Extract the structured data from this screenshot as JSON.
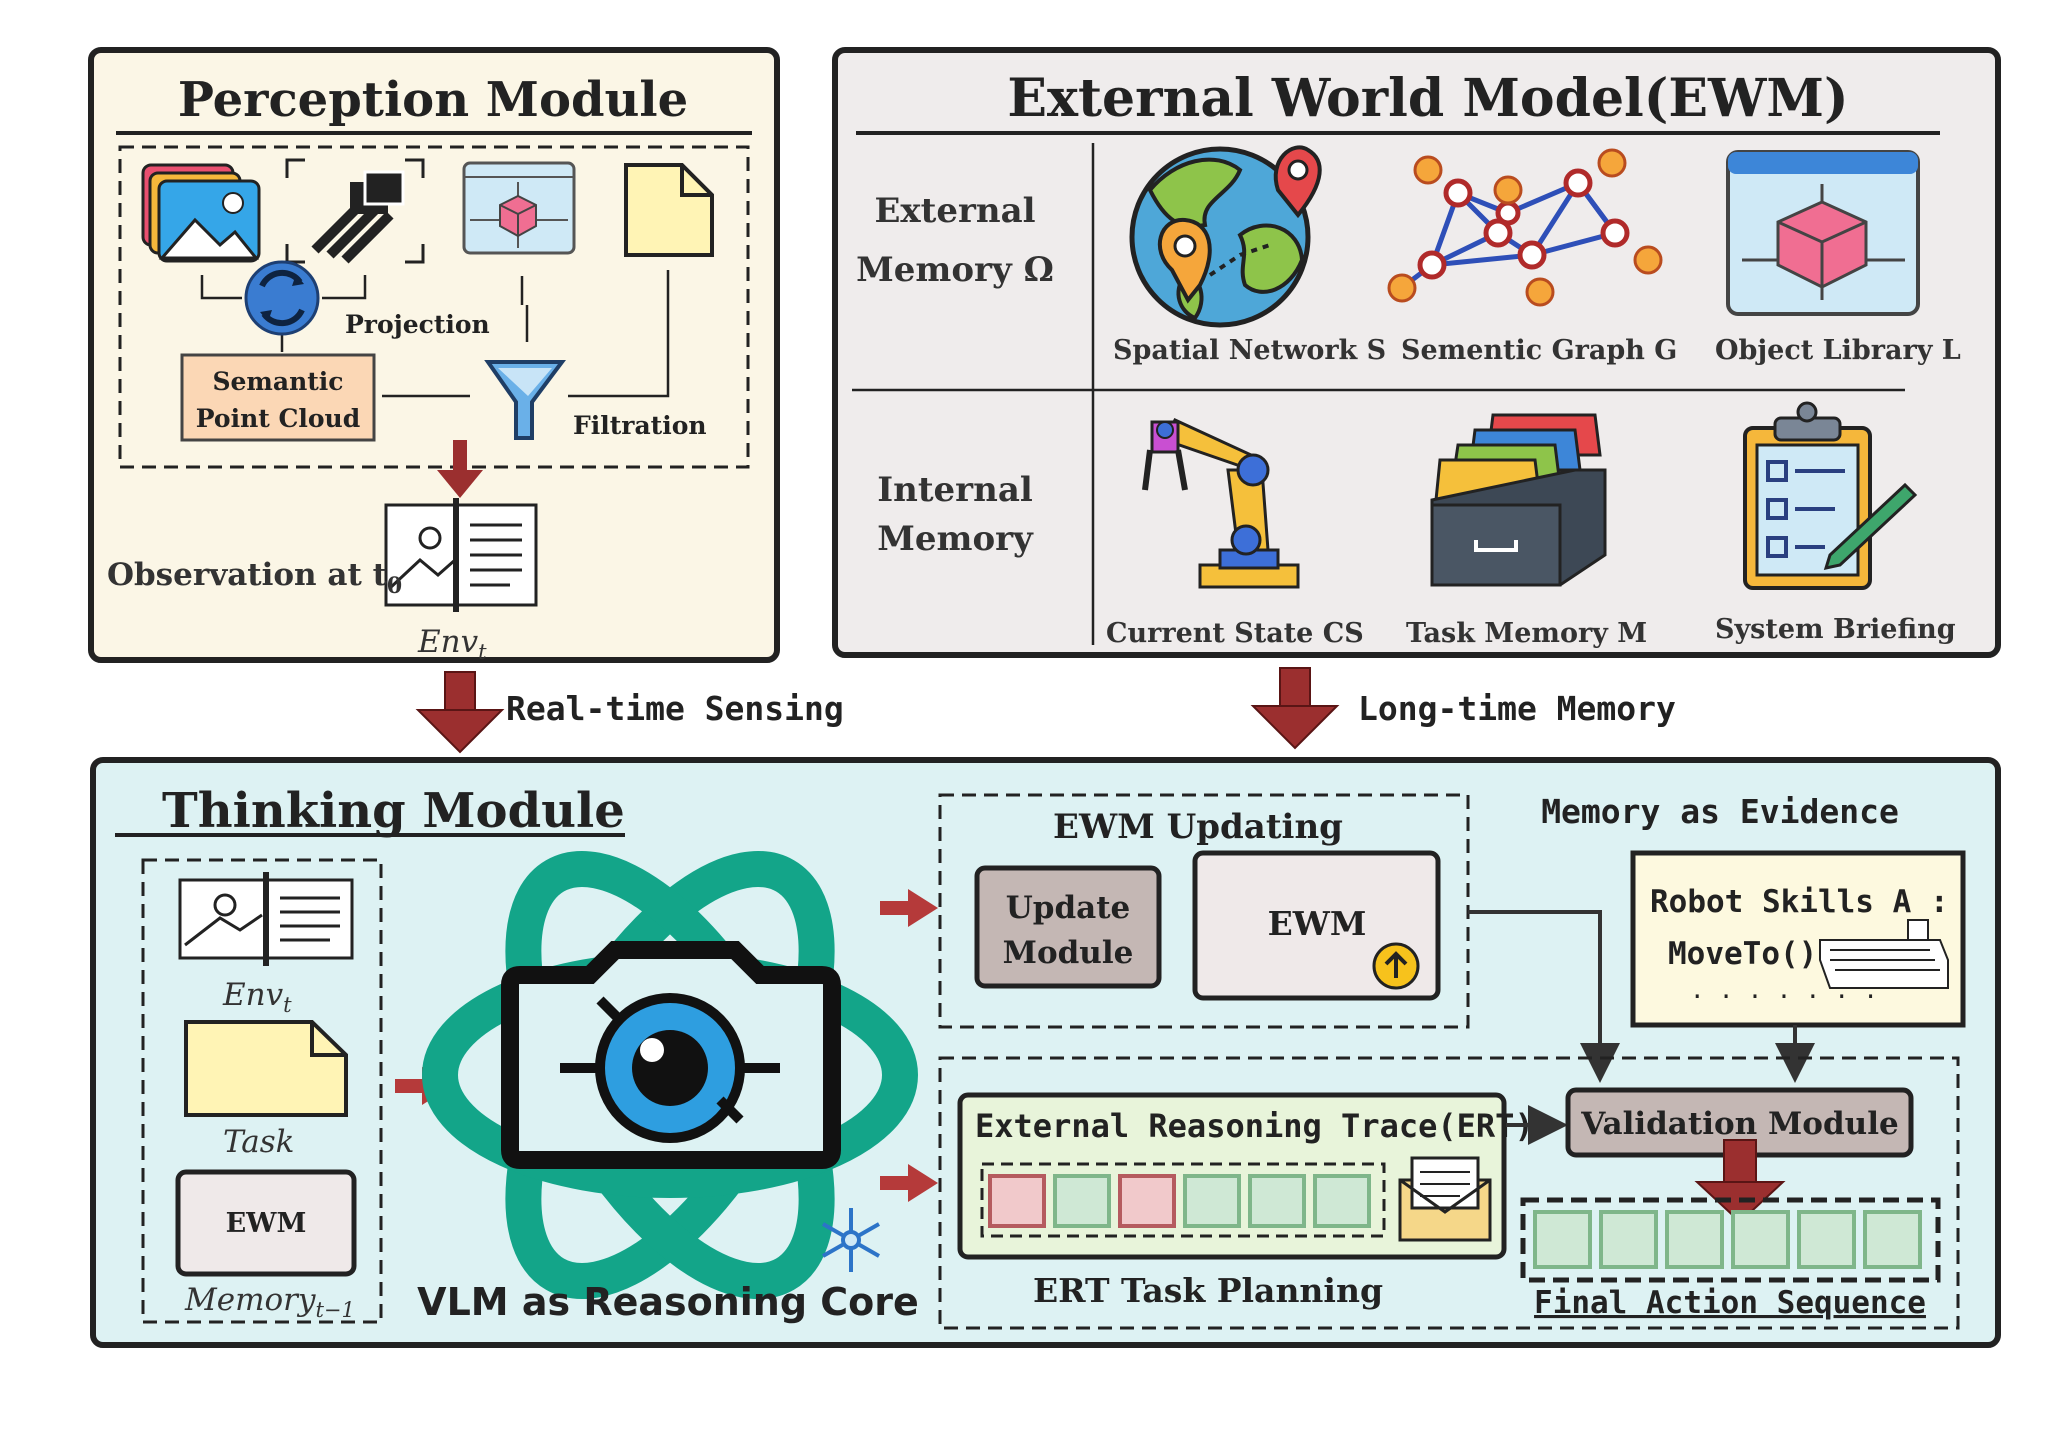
{
  "perception": {
    "title": "Perception Module",
    "projection": "Projection",
    "semantic_line1": "Semantic",
    "semantic_line2": "Point Cloud",
    "filtration": "Filtration",
    "observation": "Observation at t",
    "observation_sub": "0",
    "env": "Env",
    "env_sub": "t"
  },
  "ewm": {
    "title": "External World Model(EWM)",
    "external_line1": "External",
    "external_line2": "Memory Ω",
    "internal_line1": "Internal",
    "internal_line2": "Memory",
    "spatial": "Spatial Network S",
    "semantic": "Sementic Graph G",
    "object": "Object Library L",
    "current": "Current State CS",
    "task": "Task Memory M",
    "briefing": "System Briefing"
  },
  "arrows": {
    "realtime": "Real-time Sensing",
    "longtime": "Long-time Memory"
  },
  "thinking": {
    "title": "Thinking Module",
    "env": "Env",
    "env_sub": "t",
    "task": "Task",
    "ewm_box": "EWM",
    "memory": "Memory",
    "memory_sub": "t−1",
    "vlm": "VLM as Reasoning Core",
    "ewm_updating": "EWM Updating",
    "update_line1": "Update",
    "update_line2": "Module",
    "ewm_inner": "EWM",
    "memory_evidence": "Memory as Evidence",
    "skills_line1": "Robot Skills A :",
    "skills_line2": "MoveTo()",
    "skills_dots": ". . . . . . .",
    "ert": "External Reasoning Trace(ERT)",
    "validation": "Validation Module",
    "ert_planning": "ERT Task Planning",
    "final": "Final Action Sequence"
  },
  "colors": {
    "perception_bg": "#fbf6e6",
    "ewm_bg": "#efecec",
    "thinking_bg": "#ddf2f3",
    "arrow_red": "#9b2f2f",
    "teal": "#13a589",
    "gray_box": "#c4b7b4",
    "pink_cell": "#f1c9cb",
    "green_cell": "#cfe8d5",
    "note_yellow": "#fff4b5"
  }
}
